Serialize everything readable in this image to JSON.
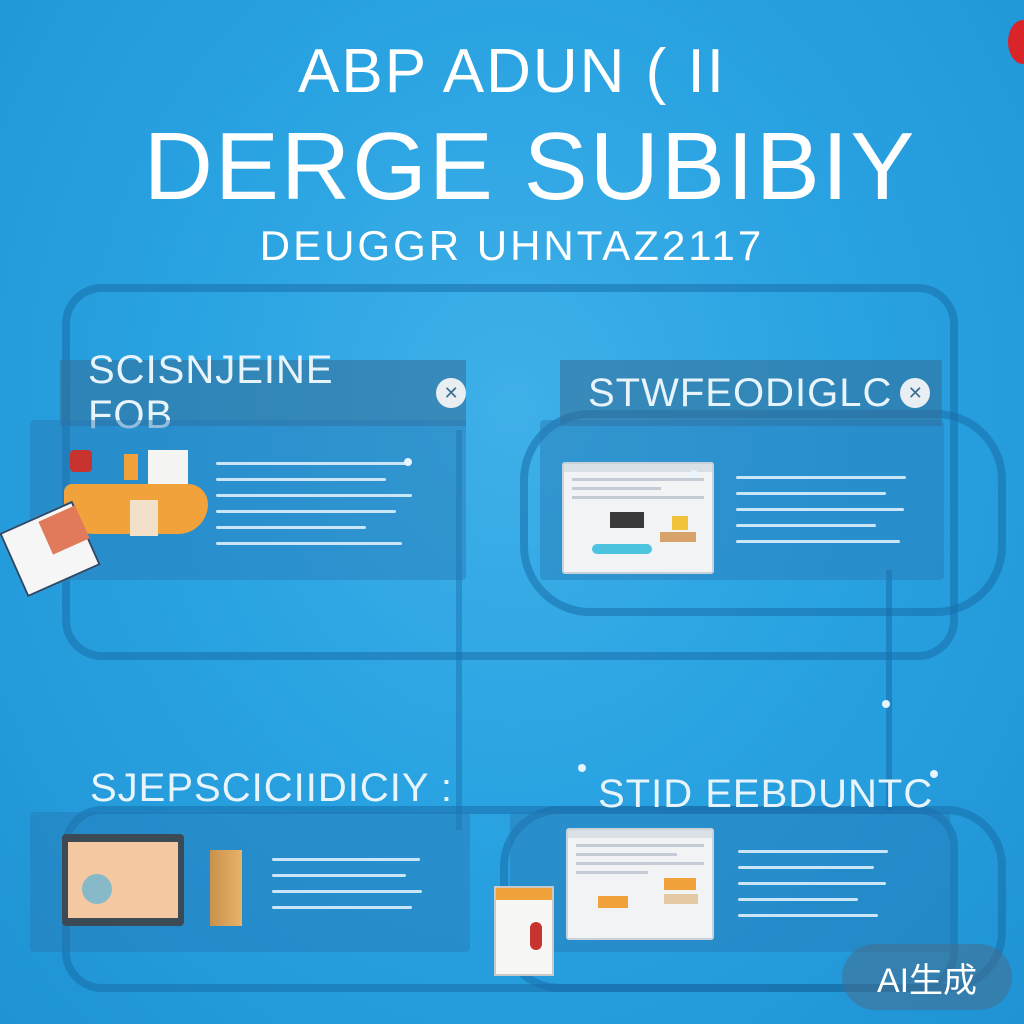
{
  "header": {
    "line1": "ABP ADUN ( II",
    "line2": "DERGE SUBIBIY",
    "line3": "DEUGGR UHNTAZ2117"
  },
  "panels": {
    "top_left": {
      "title": "SCISNJEINE FOB"
    },
    "top_right": {
      "title": "STWFEODIGLC"
    },
    "bottom_left": {
      "caption": "SJEPSCICIIDICIY :"
    },
    "bottom_right": {
      "caption": "STID EEBDUNTC"
    }
  },
  "badge": {
    "label": "AI生成"
  },
  "colors": {
    "background": "#2aa3e2",
    "panel": "#346e96",
    "accent_orange": "#f2a23a",
    "accent_red": "#d9242a"
  },
  "icons": [
    "close-icon",
    "sewing-machine-illustration",
    "laptop-illustration",
    "document-illustration",
    "book-illustration"
  ]
}
